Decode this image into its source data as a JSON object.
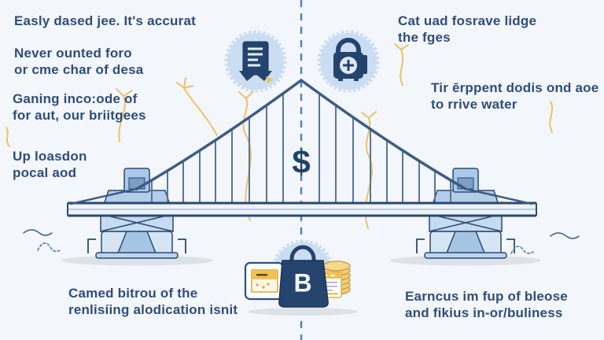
{
  "illustration": {
    "subject": "suspension-bridge-infographic",
    "center_divider": "vertical-dashed-line",
    "icons": [
      "certificate-badge-icon",
      "padlock-plus-badge-icon",
      "dollar-icon",
      "shopping-bag-badge-icon",
      "browser-card-icon",
      "coin-stack-icon",
      "receipt-icon",
      "wheat-sprig-icon",
      "water-splash-icon"
    ]
  },
  "center": {
    "currency_symbol": "$",
    "bag_letter": "B"
  },
  "annotations": {
    "top_left": {
      "lines": [
        "Easly dased jee. It's accurat"
      ]
    },
    "upper_left": {
      "lines": [
        "Never ounted foro",
        "or cme char of desa"
      ]
    },
    "mid_left": {
      "lines": [
        "Ganing inco:ode of",
        "for aut, our briitgees"
      ]
    },
    "lower_left": {
      "lines": [
        "Up loasdon",
        "pocal aod"
      ]
    },
    "top_right": {
      "lines": [
        "Cat uad fosrave lidge",
        "the fges"
      ]
    },
    "mid_right": {
      "lines": [
        "Tir ērppent dodis ond aoe",
        "to rrive water"
      ]
    },
    "bottom_left": {
      "lines": [
        "Camed bitrou of the",
        "renlisíing alodication isnit"
      ]
    },
    "bottom_right": {
      "lines": [
        "Earncus im fup of bleose",
        "and fikius in-or/buliness"
      ]
    }
  },
  "colors": {
    "background": "#f3f6fa",
    "text_navy": "#2e4d7b",
    "line_navy": "#2b4a72",
    "icon_navy": "#24446e",
    "light_blue": "#b3cdea",
    "pale_blue": "#d6e5f4",
    "badge_blue": "#cbddf2",
    "dash_blue": "#4f82bb",
    "accent_gold": "#e9c46a",
    "coin_gold": "#f0cd7c",
    "shadow_gray": "#dde2e8"
  }
}
